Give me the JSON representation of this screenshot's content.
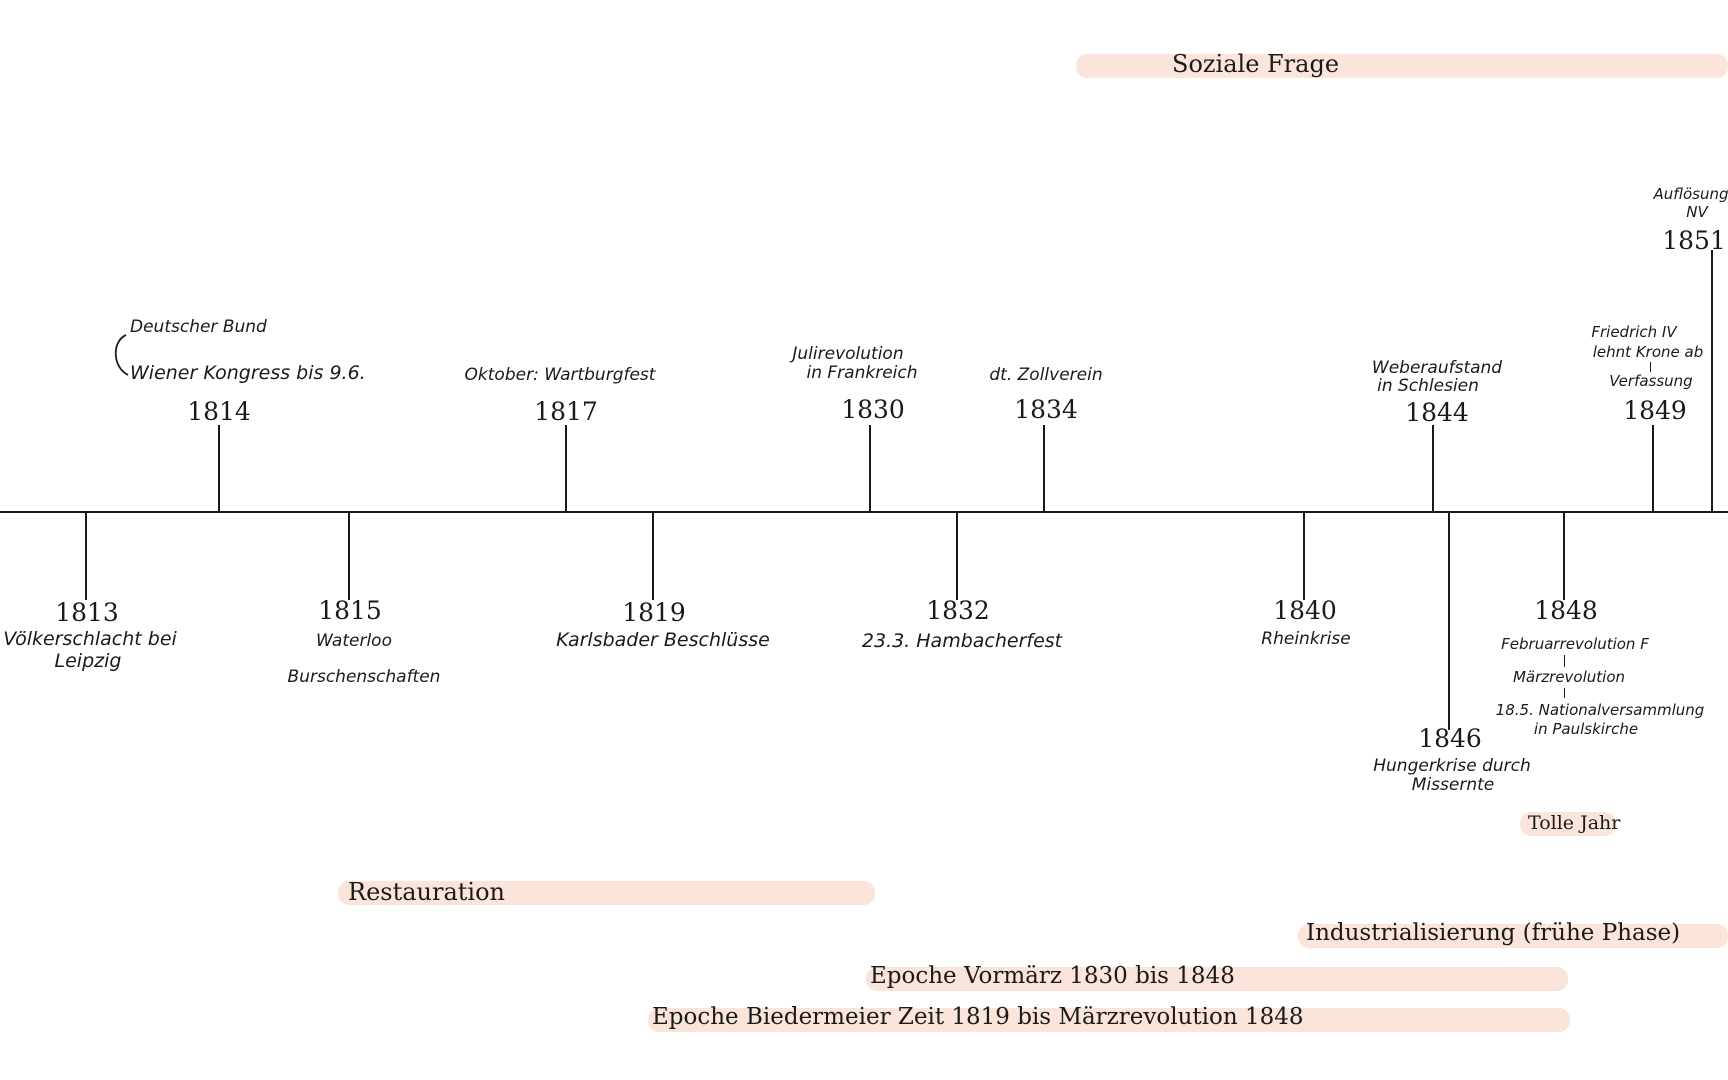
{
  "events_above": [
    {
      "id": "1814",
      "year": "1814",
      "lines": [
        "Wiener Kongress bis 9.6."
      ],
      "extra": "Deutscher Bund"
    },
    {
      "id": "1817",
      "year": "1817",
      "lines": [
        "Oktober: Wartburgfest"
      ]
    },
    {
      "id": "1830",
      "year": "1830",
      "lines": [
        "Julirevolution",
        "in Frankreich"
      ]
    },
    {
      "id": "1834",
      "year": "1834",
      "lines": [
        "dt. Zollverein"
      ]
    },
    {
      "id": "1844",
      "year": "1844",
      "lines": [
        "Weberaufstand",
        "in Schlesien"
      ]
    },
    {
      "id": "1849",
      "year": "1849",
      "lines": [
        "Friedrich IV",
        "lehnt Krone ab",
        "Verfassung"
      ]
    },
    {
      "id": "1851",
      "year": "1851",
      "lines": [
        "Auflösung",
        "NV"
      ]
    }
  ],
  "events_below": [
    {
      "id": "1813",
      "year": "1813",
      "lines": [
        "Völkerschlacht bei",
        "Leipzig"
      ]
    },
    {
      "id": "1815",
      "year": "1815",
      "lines": [
        "Waterloo",
        "Burschenschaften"
      ]
    },
    {
      "id": "1819",
      "year": "1819",
      "lines": [
        "Karlsbader Beschlüsse"
      ]
    },
    {
      "id": "1832",
      "year": "1832",
      "lines": [
        "23.3. Hambacherfest"
      ]
    },
    {
      "id": "1840",
      "year": "1840",
      "lines": [
        "Rheinkrise"
      ]
    },
    {
      "id": "1846",
      "year": "1846",
      "lines": [
        "Hungerkrise durch",
        "Missernte"
      ]
    },
    {
      "id": "1848",
      "year": "1848",
      "lines": [
        "Februarrevolution F",
        "Märzrevolution",
        "18.5. Nationalversammlung",
        "in Paulskirche"
      ]
    }
  ],
  "periods": {
    "soziale_frage": "Soziale Frage",
    "tolle_jahr": "Tolle Jahr",
    "restauration": "Restauration",
    "industrialisierung": "Industrialisierung (frühe Phase)",
    "vormaerz": "Epoche Vormärz 1830 bis 1848",
    "biedermeier": "Epoche Biedermeier Zeit 1819 bis Märzrevolution 1848"
  },
  "colors": {
    "band": "#fbe5da",
    "line": "#1a1a1a"
  }
}
